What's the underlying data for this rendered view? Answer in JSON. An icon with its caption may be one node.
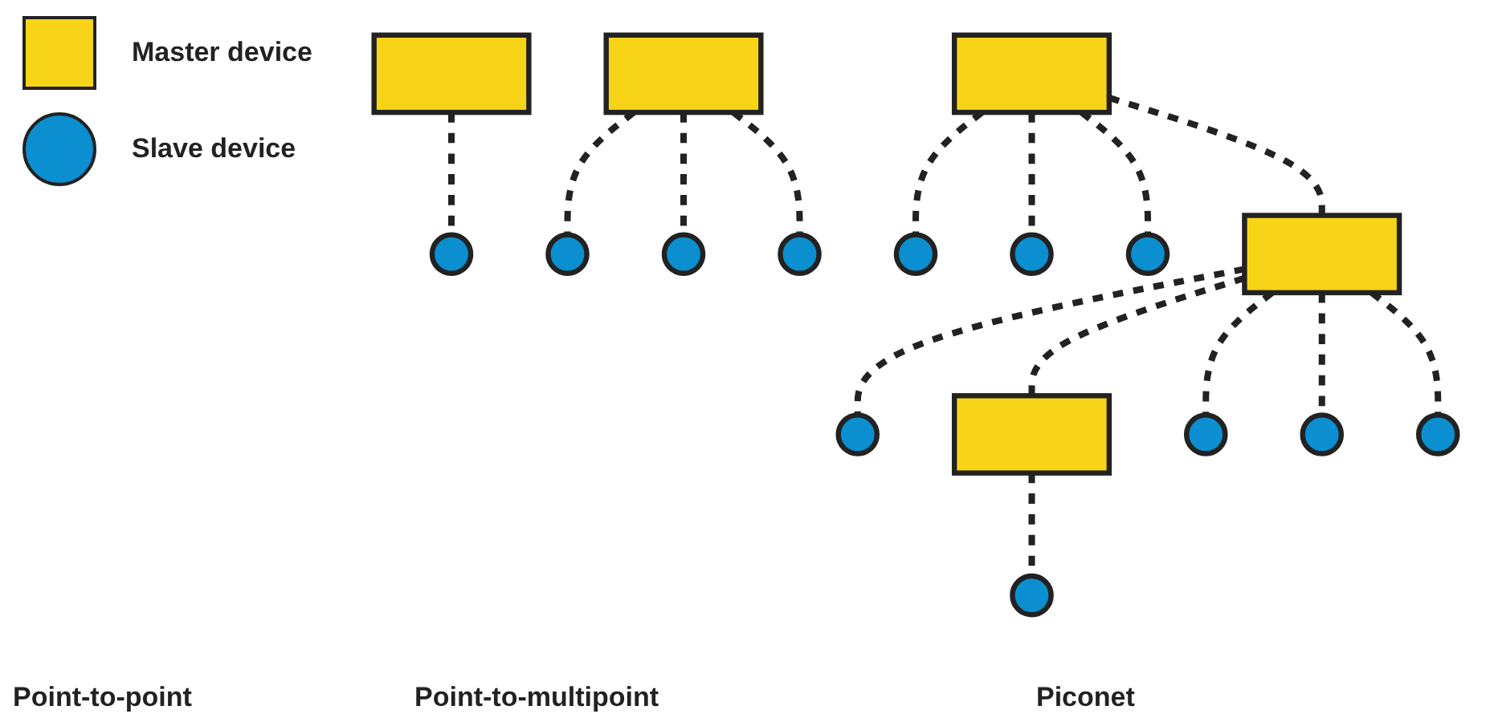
{
  "diagram": {
    "nodes": [
      {
        "text": [],
        "shape": "box"
      },
      {
        "text": [],
        "shape": "circle"
      },
      {
        "text": [],
        "shape": "circle"
      },
      {
        "text": [],
        "shape": "box"
      },
      {
        "text": [],
        "shape": "circle"
      },
      {
        "text": [],
        "shape": "circle"
      },
      {
        "text": [],
        "shape": "circle"
      },
      {
        "text": [],
        "shape": "circle"
      },
      {
        "text": [],
        "shape": "circle"
      },
      {
        "text": [],
        "shape": "box"
      },
      {
        "text": [],
        "shape": "circle"
      },
      {
        "text": [],
        "shape": "circle"
      },
      {
        "text": [],
        "shape": "box"
      },
      {
        "text": [],
        "shape": "box"
      },
      {
        "text": [],
        "shape": "circle"
      },
      {
        "text": [],
        "shape": "circle"
      },
      {
        "text": [],
        "shape": "circle"
      }
    ],
    "edges": [
      {
        "from": 0,
        "to": 1,
        "arrow": "none",
        "style": "dashed"
      },
      {
        "from": 3,
        "to": 2,
        "arrow": "none",
        "style": "dashed"
      },
      {
        "from": 3,
        "to": 4,
        "arrow": "none",
        "style": "dashed"
      },
      {
        "from": 3,
        "to": 5,
        "arrow": "none",
        "style": "dashed"
      },
      {
        "from": 9,
        "to": 6,
        "arrow": "none",
        "style": "dashed"
      },
      {
        "from": 9,
        "to": 7,
        "arrow": "none",
        "style": "dashed"
      },
      {
        "from": 9,
        "to": 8,
        "arrow": "none",
        "style": "dashed"
      },
      {
        "from": 9,
        "to": 13,
        "arrow": "none",
        "style": "dashed"
      },
      {
        "from": 13,
        "to": 10,
        "arrow": "none",
        "style": "dashed"
      },
      {
        "from": 12,
        "to": 11,
        "arrow": "none",
        "style": "dashed"
      },
      {
        "from": 13,
        "to": 12,
        "arrow": "none",
        "style": "dashed"
      },
      {
        "from": 13,
        "to": 14,
        "arrow": "none",
        "style": "dashed"
      },
      {
        "from": 13,
        "to": 15,
        "arrow": "none",
        "style": "dashed"
      },
      {
        "from": 13,
        "to": 16,
        "arrow": "none",
        "style": "dashed"
      }
    ],
    "labels": [
      "Point-to-point",
      "Point-to-multipoint",
      "Piconet"
    ],
    "legend": [
      {
        "text": "Master device",
        "color": "#f7d417"
      },
      {
        "text": "Slave device",
        "color": "#0b8fd0"
      }
    ]
  }
}
